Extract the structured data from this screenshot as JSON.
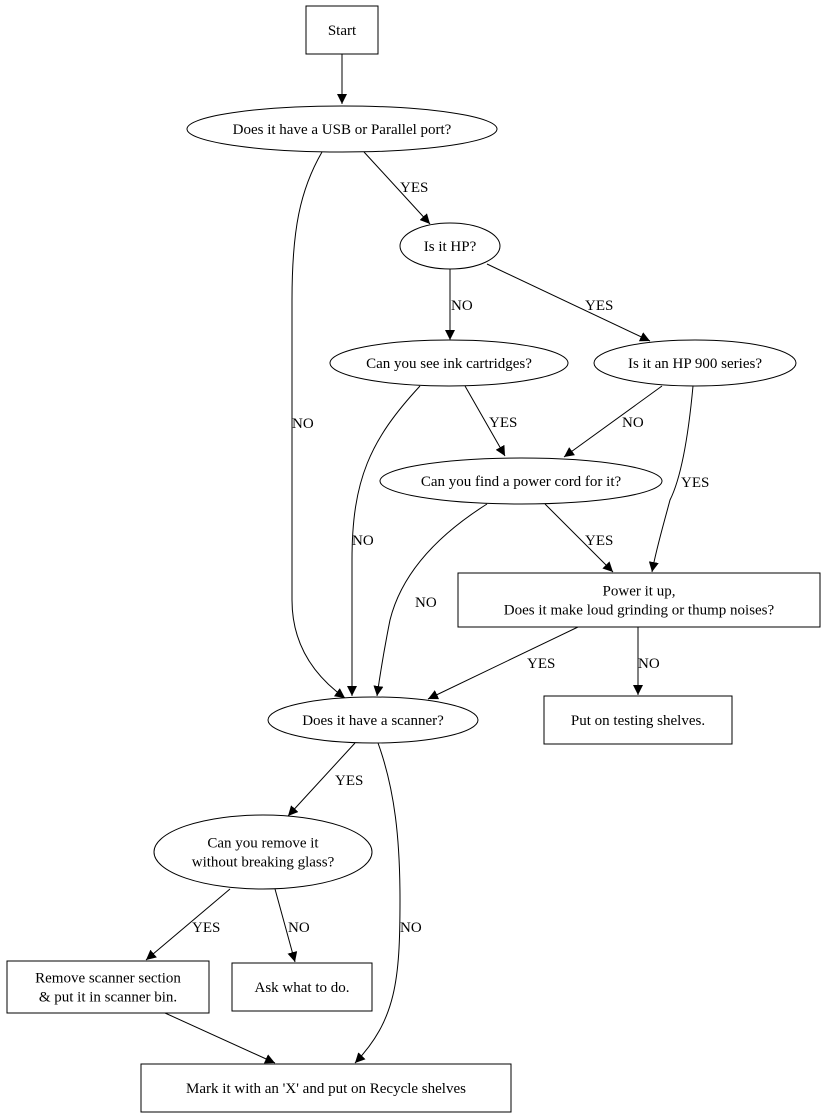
{
  "diagram": {
    "type": "flowchart",
    "nodes": [
      {
        "id": "start",
        "shape": "box",
        "lines": [
          "Start"
        ]
      },
      {
        "id": "usb",
        "shape": "ellipse",
        "lines": [
          "Does it have a USB or Parallel port?"
        ]
      },
      {
        "id": "hp",
        "shape": "ellipse",
        "lines": [
          "Is it HP?"
        ]
      },
      {
        "id": "ink",
        "shape": "ellipse",
        "lines": [
          "Can you see ink cartridges?"
        ]
      },
      {
        "id": "hp900",
        "shape": "ellipse",
        "lines": [
          "Is it an HP 900 series?"
        ]
      },
      {
        "id": "power",
        "shape": "ellipse",
        "lines": [
          "Can you find a power cord for it?"
        ]
      },
      {
        "id": "powerup",
        "shape": "box",
        "lines": [
          "Power it up,",
          "Does it make loud grinding or thump noises?"
        ]
      },
      {
        "id": "scanner",
        "shape": "ellipse",
        "lines": [
          "Does it have a scanner?"
        ]
      },
      {
        "id": "testing",
        "shape": "box",
        "lines": [
          "Put on testing shelves."
        ]
      },
      {
        "id": "remove",
        "shape": "ellipse",
        "lines": [
          "Can you remove it",
          "without breaking glass?"
        ]
      },
      {
        "id": "removebin",
        "shape": "box",
        "lines": [
          "Remove scanner section",
          "& put it in scanner bin."
        ]
      },
      {
        "id": "ask",
        "shape": "box",
        "lines": [
          "Ask what to do."
        ]
      },
      {
        "id": "recycle",
        "shape": "box",
        "lines": [
          "Mark it with an 'X' and put on Recycle shelves"
        ]
      }
    ],
    "edges": [
      {
        "from": "start",
        "to": "usb",
        "label": ""
      },
      {
        "from": "usb",
        "to": "hp",
        "label": "YES"
      },
      {
        "from": "usb",
        "to": "scanner",
        "label": "NO"
      },
      {
        "from": "hp",
        "to": "ink",
        "label": "NO"
      },
      {
        "from": "hp",
        "to": "hp900",
        "label": "YES"
      },
      {
        "from": "ink",
        "to": "power",
        "label": "YES"
      },
      {
        "from": "ink",
        "to": "scanner",
        "label": "NO"
      },
      {
        "from": "hp900",
        "to": "power",
        "label": "NO"
      },
      {
        "from": "hp900",
        "to": "powerup",
        "label": "YES"
      },
      {
        "from": "power",
        "to": "powerup",
        "label": "YES"
      },
      {
        "from": "power",
        "to": "scanner",
        "label": "NO"
      },
      {
        "from": "powerup",
        "to": "scanner",
        "label": "YES"
      },
      {
        "from": "powerup",
        "to": "testing",
        "label": "NO"
      },
      {
        "from": "scanner",
        "to": "remove",
        "label": "YES"
      },
      {
        "from": "scanner",
        "to": "recycle",
        "label": "NO"
      },
      {
        "from": "remove",
        "to": "removebin",
        "label": "YES"
      },
      {
        "from": "remove",
        "to": "ask",
        "label": "NO"
      },
      {
        "from": "removebin",
        "to": "recycle",
        "label": ""
      }
    ]
  }
}
